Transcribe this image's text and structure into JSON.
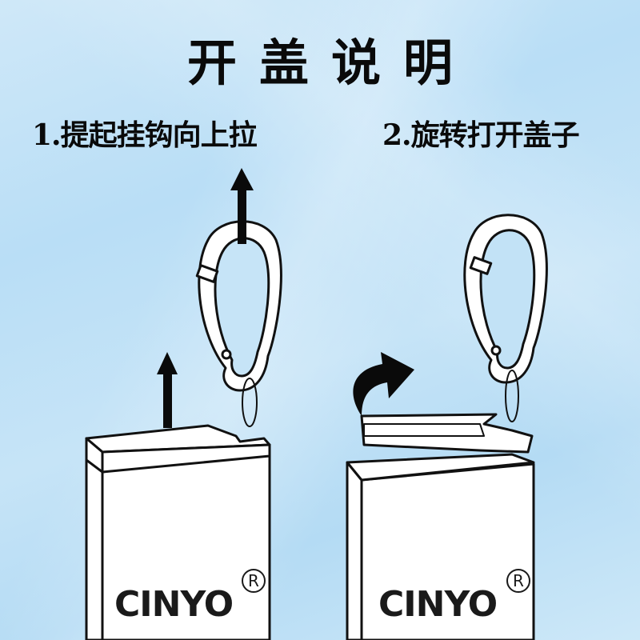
{
  "title": "开盖说明",
  "steps": [
    {
      "number": "1.",
      "label": "1.提起挂钩向上拉"
    },
    {
      "number": "2.",
      "label": "2.旋转打开盖子"
    }
  ],
  "brand": {
    "name": "CINYO",
    "trademark": "R"
  },
  "icons": {
    "step1_arrows": [
      "arrow-up-icon",
      "arrow-up-icon"
    ],
    "step2_arrow": "curved-arrow-icon"
  },
  "colors": {
    "background": "#c2e2f6",
    "text": "#0a0a0a",
    "line": "#111111",
    "fill": "#ffffff"
  }
}
